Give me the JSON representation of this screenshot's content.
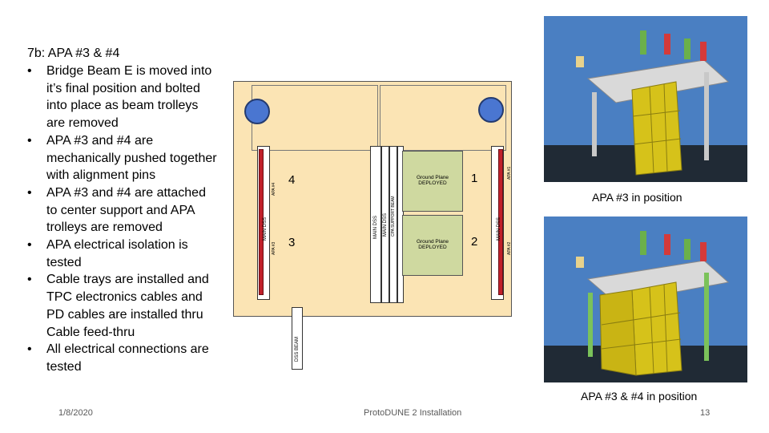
{
  "slide": {
    "title": "7b: APA #3 & #4",
    "bullets": [
      "Bridge Beam E is moved into it’s final position and bolted into place as beam trolleys are removed",
      "APA #3 and #4 are mechanically pushed together with alignment pins",
      "APA #3 and #4 are attached to center support and APA trolleys are removed",
      "APA electrical isolation is tested",
      "Cable trays are installed and TPC electronics cables and PD cables are installed thru Cable feed-thru",
      "All electrical connections are tested"
    ],
    "footer_date": "1/8/2020",
    "footer_center": "ProtoDUNE 2 Installation",
    "page_number": "13"
  },
  "diagram": {
    "labels": {
      "apa4": "4",
      "apa3": "3",
      "apa1": "1",
      "apa2": "2",
      "gp1": "Ground Plane DEPLOYED",
      "gp2": "Ground Plane DEPLOYED",
      "main_dss_left": "MAIN DSS",
      "main_dss_center": "MAIN DSS",
      "main_dss_right": "MAIN DSS",
      "main_dss_center2": "MAIN DSS",
      "apa_small_1": "APA #4",
      "apa_small_2": "APA #3",
      "apa_small_3": "APA #1",
      "apa_small_4": "APA #2",
      "beam": "DSS BEAM",
      "cpa_label": "CPA SUPPORT BEAM"
    }
  },
  "photos": {
    "top_caption": "APA #3 in position",
    "bottom_caption": "APA #3 & #4 in position"
  }
}
